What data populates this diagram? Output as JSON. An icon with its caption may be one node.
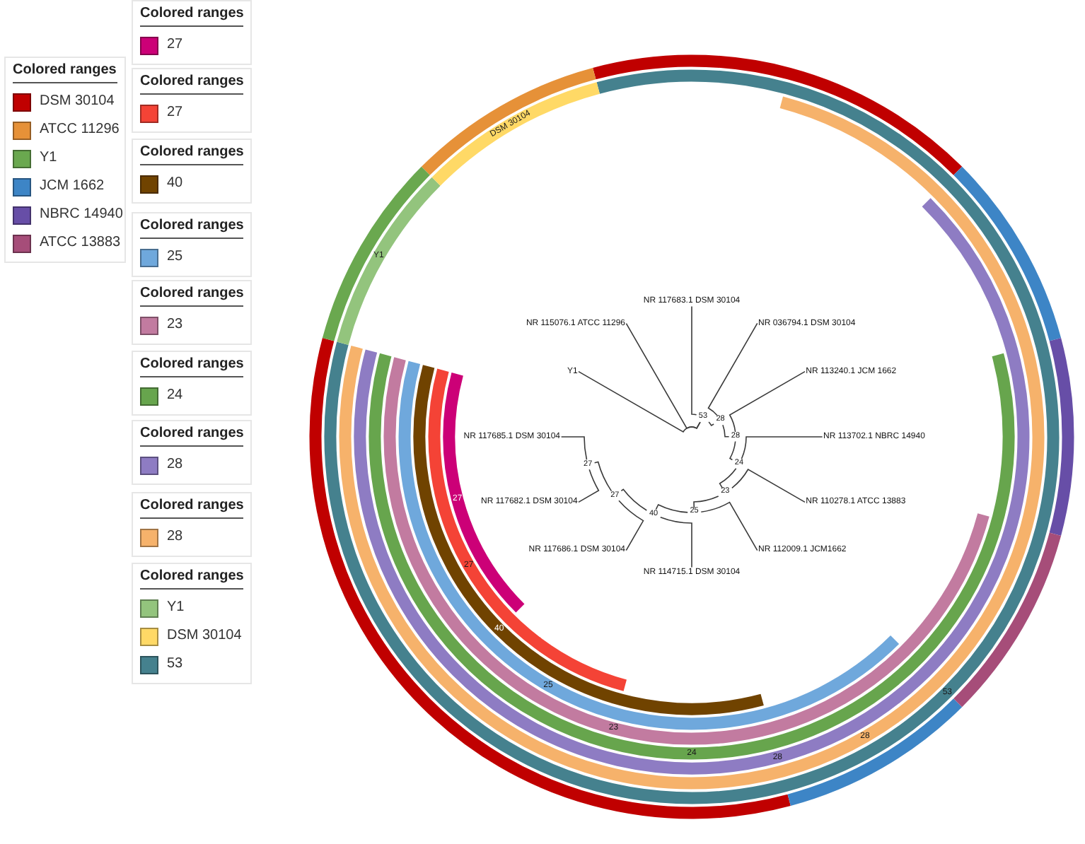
{
  "diagram": {
    "nodes": [
      {
        "text": [
          "Y1"
        ]
      },
      {
        "text": [
          "NR 115076.1 ATCC 11296"
        ]
      },
      {
        "text": [
          "NR 117683.1 DSM 30104"
        ]
      },
      {
        "text": [
          "NR 036794.1 DSM 30104"
        ]
      },
      {
        "text": [
          "NR 113240.1 JCM 1662"
        ]
      },
      {
        "text": [
          "NR 113702.1 NBRC 14940"
        ]
      },
      {
        "text": [
          "NR 110278.1 ATCC 13883"
        ]
      },
      {
        "text": [
          "NR 112009.1 JCM1662"
        ]
      },
      {
        "text": [
          "NR 114715.1 DSM 30104"
        ]
      },
      {
        "text": [
          "NR 117686.1 DSM 30104"
        ]
      },
      {
        "text": [
          "NR 117682.1 DSM 30104"
        ]
      },
      {
        "text": [
          "NR 117685.1 DSM 30104"
        ]
      },
      {
        "text": [
          "53"
        ]
      },
      {
        "text": [
          "28"
        ]
      },
      {
        "text": [
          "28"
        ]
      },
      {
        "text": [
          "24"
        ]
      },
      {
        "text": [
          "23"
        ]
      },
      {
        "text": [
          "25"
        ]
      },
      {
        "text": [
          "40"
        ]
      },
      {
        "text": [
          "27"
        ]
      },
      {
        "text": [
          "27"
        ]
      }
    ],
    "edges": [
      {
        "from": 12,
        "to": 0,
        "arrow": "none"
      },
      {
        "from": 12,
        "to": 1,
        "arrow": "none"
      },
      {
        "from": 12,
        "to": 2,
        "arrow": "none"
      },
      {
        "from": 12,
        "to": 13,
        "arrow": "none"
      },
      {
        "from": 13,
        "to": 3,
        "arrow": "none"
      },
      {
        "from": 13,
        "to": 14,
        "arrow": "none"
      },
      {
        "from": 14,
        "to": 4,
        "arrow": "none"
      },
      {
        "from": 14,
        "to": 15,
        "arrow": "none"
      },
      {
        "from": 15,
        "to": 5,
        "arrow": "none"
      },
      {
        "from": 15,
        "to": 16,
        "arrow": "none"
      },
      {
        "from": 16,
        "to": 6,
        "arrow": "none"
      },
      {
        "from": 16,
        "to": 17,
        "arrow": "none"
      },
      {
        "from": 17,
        "to": 7,
        "arrow": "none"
      },
      {
        "from": 17,
        "to": 18,
        "arrow": "none"
      },
      {
        "from": 18,
        "to": 8,
        "arrow": "none"
      },
      {
        "from": 18,
        "to": 19,
        "arrow": "none"
      },
      {
        "from": 19,
        "to": 9,
        "arrow": "none"
      },
      {
        "from": 19,
        "to": 20,
        "arrow": "none"
      },
      {
        "from": 20,
        "to": 10,
        "arrow": "none"
      },
      {
        "from": 20,
        "to": 11,
        "arrow": "none"
      }
    ],
    "labels": [
      "Colored ranges",
      "Colored ranges",
      "Colored ranges",
      "Colored ranges",
      "Colored ranges",
      "Colored ranges",
      "Colored ranges",
      "Colored ranges",
      "Colored ranges",
      "Colored ranges",
      "27",
      "27",
      "40",
      "25",
      "23",
      "24",
      "28",
      "28",
      "53",
      "Y1",
      "DSM 30104"
    ],
    "legend": [
      {
        "text": "DSM 30104",
        "color": "#c00000"
      },
      {
        "text": "ATCC 11296",
        "color": "#e69138"
      },
      {
        "text": "Y1",
        "color": "#6aa84f"
      },
      {
        "text": "JCM 1662",
        "color": "#3d85c6"
      },
      {
        "text": "NBRC 14940",
        "color": "#674ea7"
      },
      {
        "text": "ATCC 13883",
        "color": "#a64d79"
      },
      {
        "text": "27",
        "color": "#cc0077"
      },
      {
        "text": "27",
        "color": "#f44336"
      },
      {
        "text": "40",
        "color": "#704300"
      },
      {
        "text": "25",
        "color": "#6fa8dc"
      },
      {
        "text": "23",
        "color": "#c27ba0"
      },
      {
        "text": "24",
        "color": "#67a54d"
      },
      {
        "text": "28",
        "color": "#8e7cc3"
      },
      {
        "text": "28",
        "color": "#f6b26b"
      },
      {
        "text": "Y1",
        "color": "#93c47d"
      },
      {
        "text": "DSM 30104",
        "color": "#ffd966"
      },
      {
        "text": "53",
        "color": "#45818e"
      }
    ]
  }
}
